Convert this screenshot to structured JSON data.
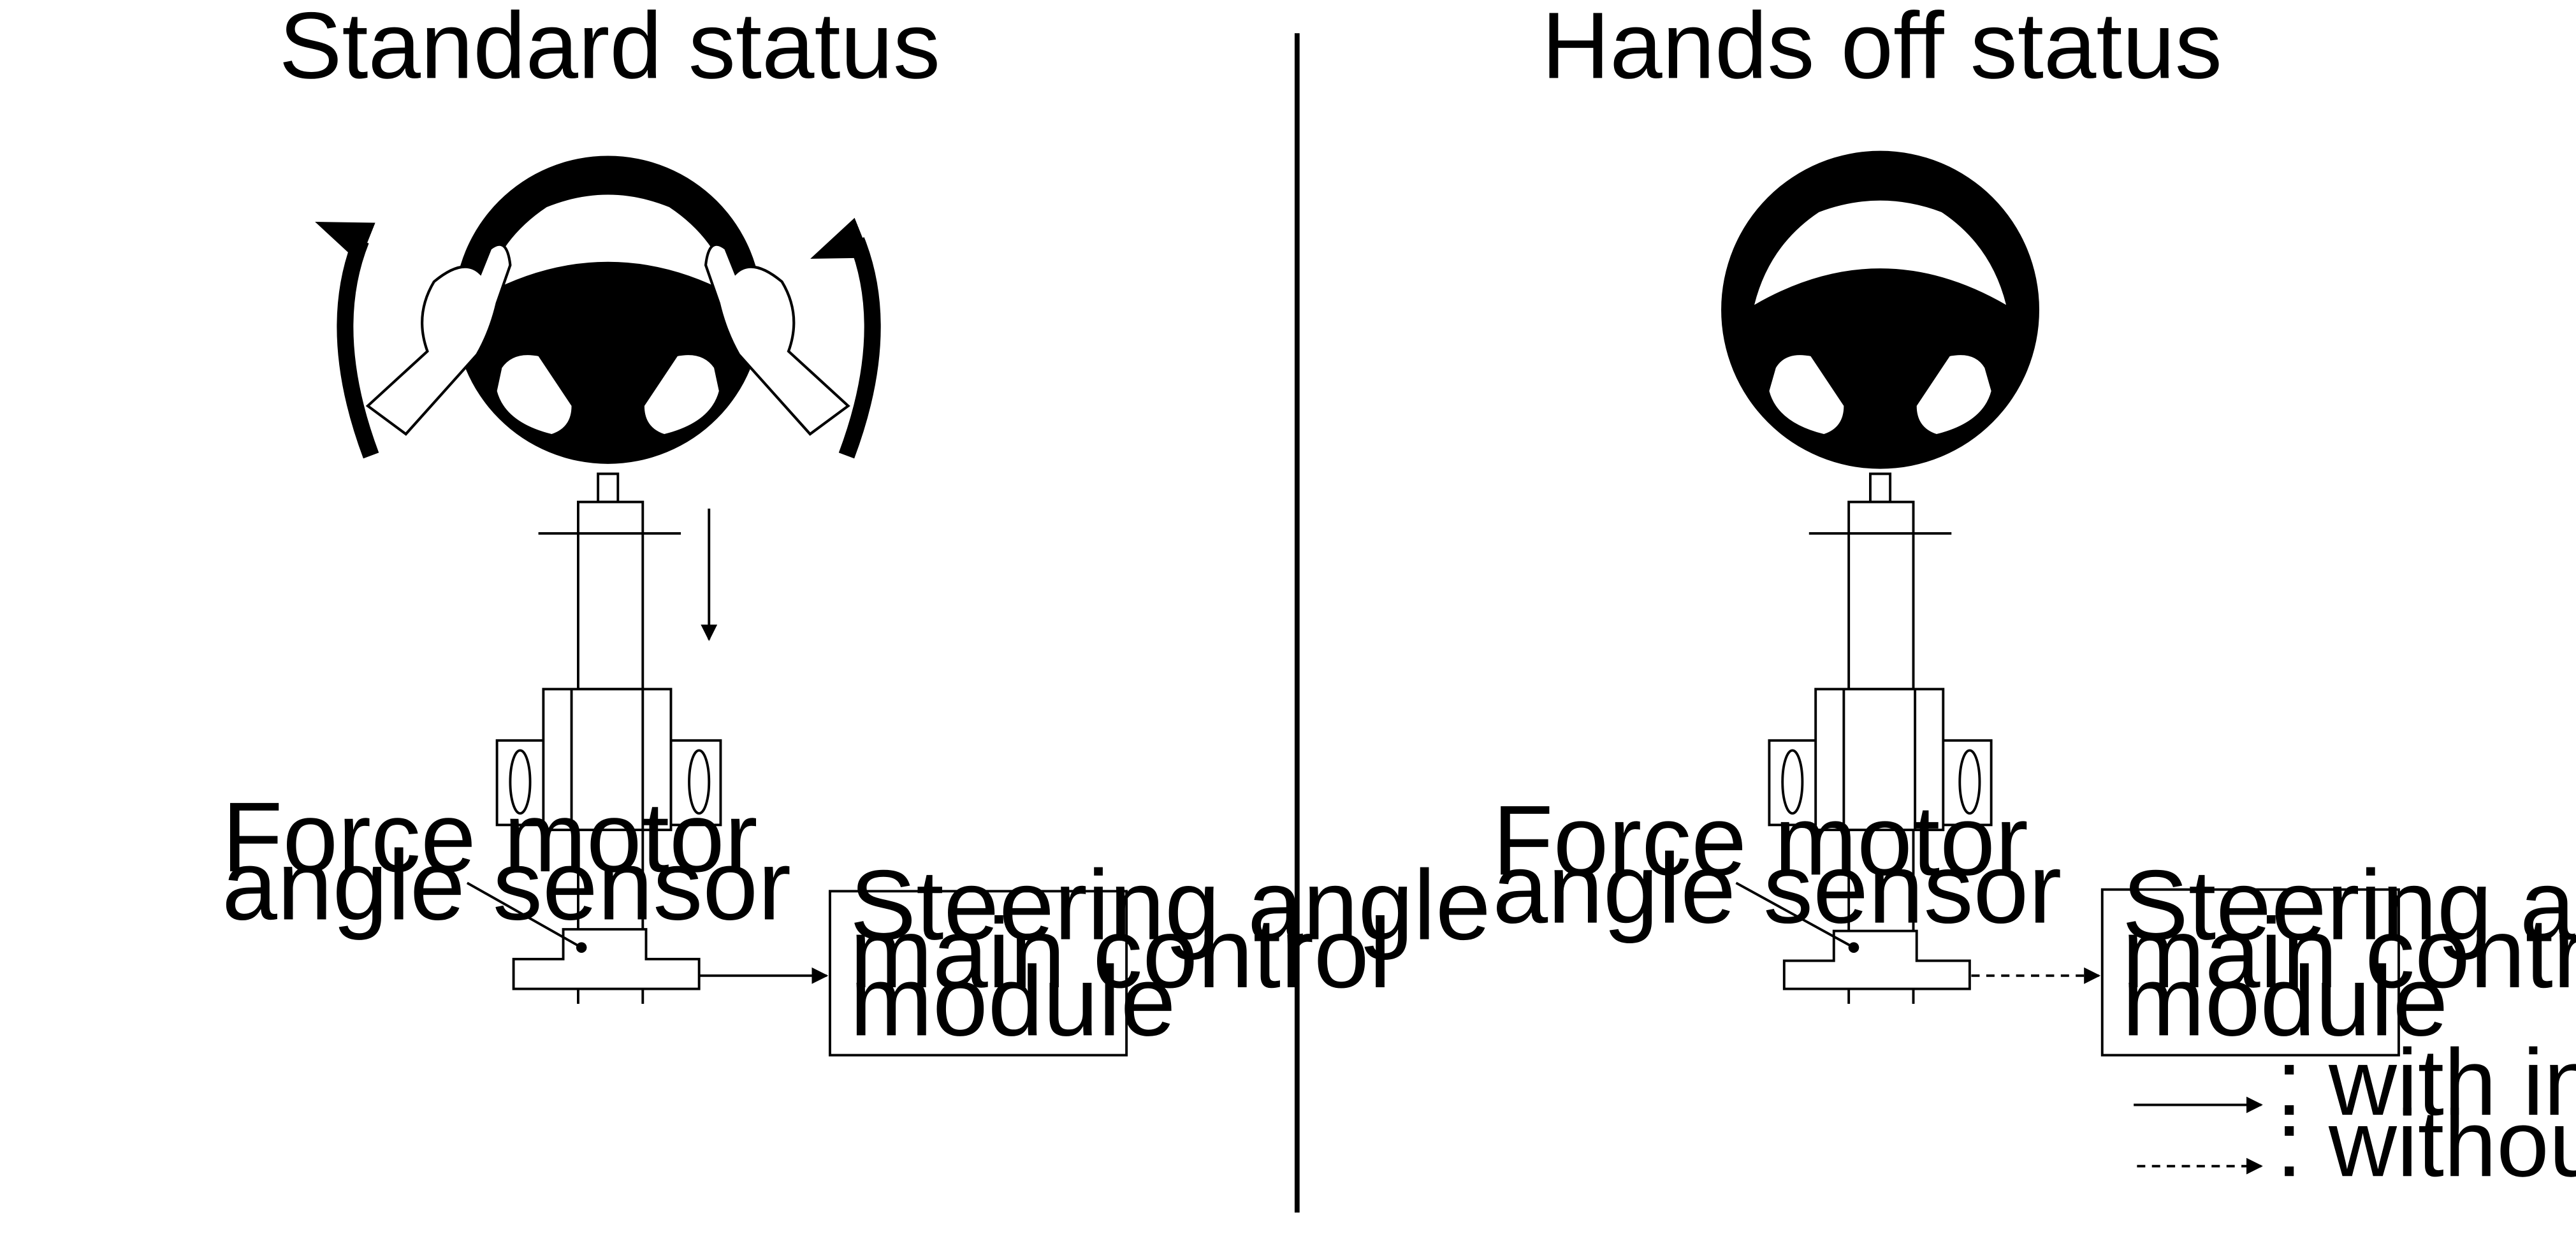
{
  "panels": [
    {
      "title": "Standard status",
      "sensor_label": [
        "Force motor",
        "angle sensor"
      ],
      "module_label": [
        "Steering angle",
        "main control",
        "module"
      ],
      "connection": "with input"
    },
    {
      "title": "Hands off status",
      "sensor_label": [
        "Force motor",
        "angle sensor"
      ],
      "module_label": [
        "Steering angle",
        "main control",
        "module"
      ],
      "connection": "without input"
    }
  ],
  "legend": {
    "solid": ": with input",
    "dashed": ": without input"
  },
  "colors": {
    "ink": "#000000",
    "background": "#ffffff"
  }
}
